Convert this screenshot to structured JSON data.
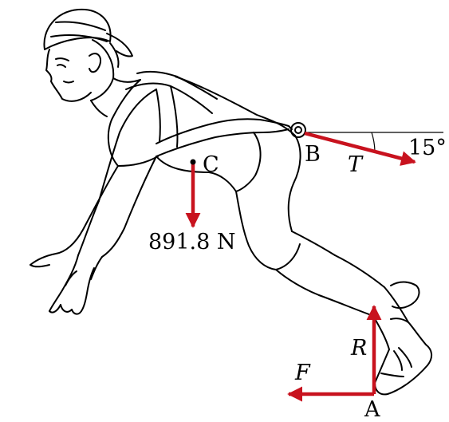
{
  "labels": {
    "point_c": "C",
    "point_b": "B",
    "point_a": "A",
    "weight": "891.8 N",
    "tension": "T",
    "angle": "15°",
    "normal_force": "R",
    "friction_force": "F"
  },
  "colors": {
    "force_arrow": "#c8121e",
    "outline": "#000000",
    "background": "#ffffff"
  }
}
